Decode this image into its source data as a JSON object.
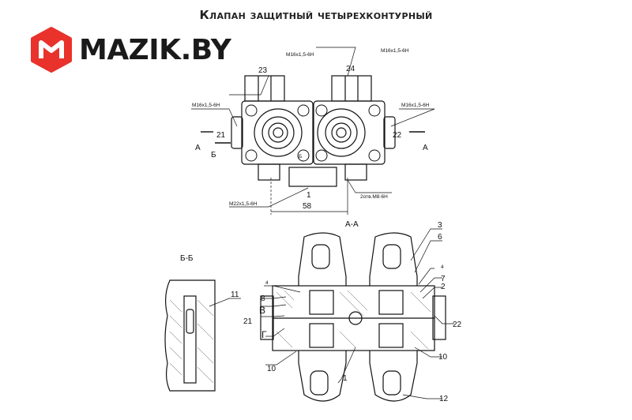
{
  "title": "Клапан защитный четырехконтурный",
  "logo": {
    "text": "MAZIK.BY",
    "brand_color": "#e8322b"
  },
  "top_view": {
    "thread_23": "M16x1,5-6H",
    "thread_24": "M16x1,5-6H",
    "thread_21": "M16x1,5-6H",
    "thread_22": "M16x1,5-6H",
    "port_23": "23",
    "port_24": "24",
    "port_21": "21",
    "port_22": "22",
    "port_1": "1",
    "thread_1": "M22x1,5-6H",
    "holes": "2отв.M8-6H",
    "dimension": "58",
    "section_a_left": "А",
    "section_a_right": "А",
    "section_b_left": "Б",
    "section_b_mark": "Б"
  },
  "section_aa": {
    "label": "А-А",
    "callouts": {
      "c3": "3",
      "c6": "6",
      "c4r": "4",
      "c7": "7",
      "c2": "2",
      "c22": "22",
      "c10r": "10",
      "c12": "12",
      "c1": "1",
      "c10l": "10",
      "cG": "Г",
      "c21": "21",
      "cV": "В",
      "c8": "8",
      "c4l": "4"
    }
  },
  "section_bb": {
    "label": "Б-Б",
    "callout_11": "11"
  }
}
